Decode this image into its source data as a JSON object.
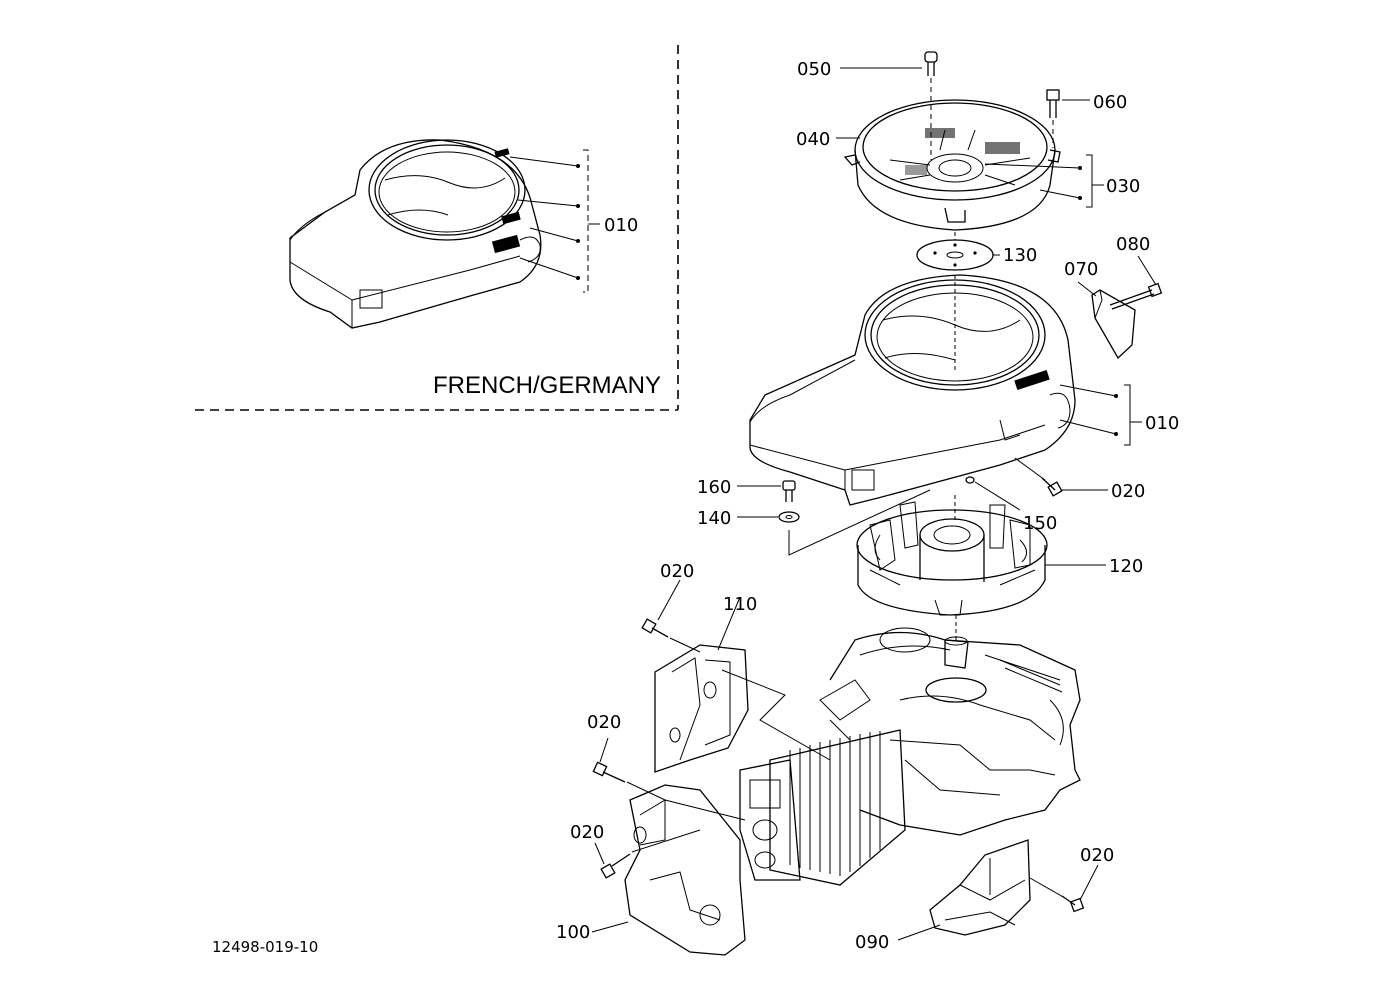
{
  "region_label": "FRENCH/GERMANY",
  "drawing_number": "12498-019-10",
  "callouts": {
    "p050": "050",
    "p060": "060",
    "p040": "040",
    "p030": "030",
    "p130": "130",
    "p080": "080",
    "p070": "070",
    "p010_main": "010",
    "p010_inset": "010",
    "p020_right": "020",
    "p160": "160",
    "p140": "140",
    "p150": "150",
    "p120": "120",
    "p020_top_left": "020",
    "p110": "110",
    "p020_mid_left": "020",
    "p020_low_left": "020",
    "p020_bottom_right": "020",
    "p100": "100",
    "p090": "090"
  }
}
